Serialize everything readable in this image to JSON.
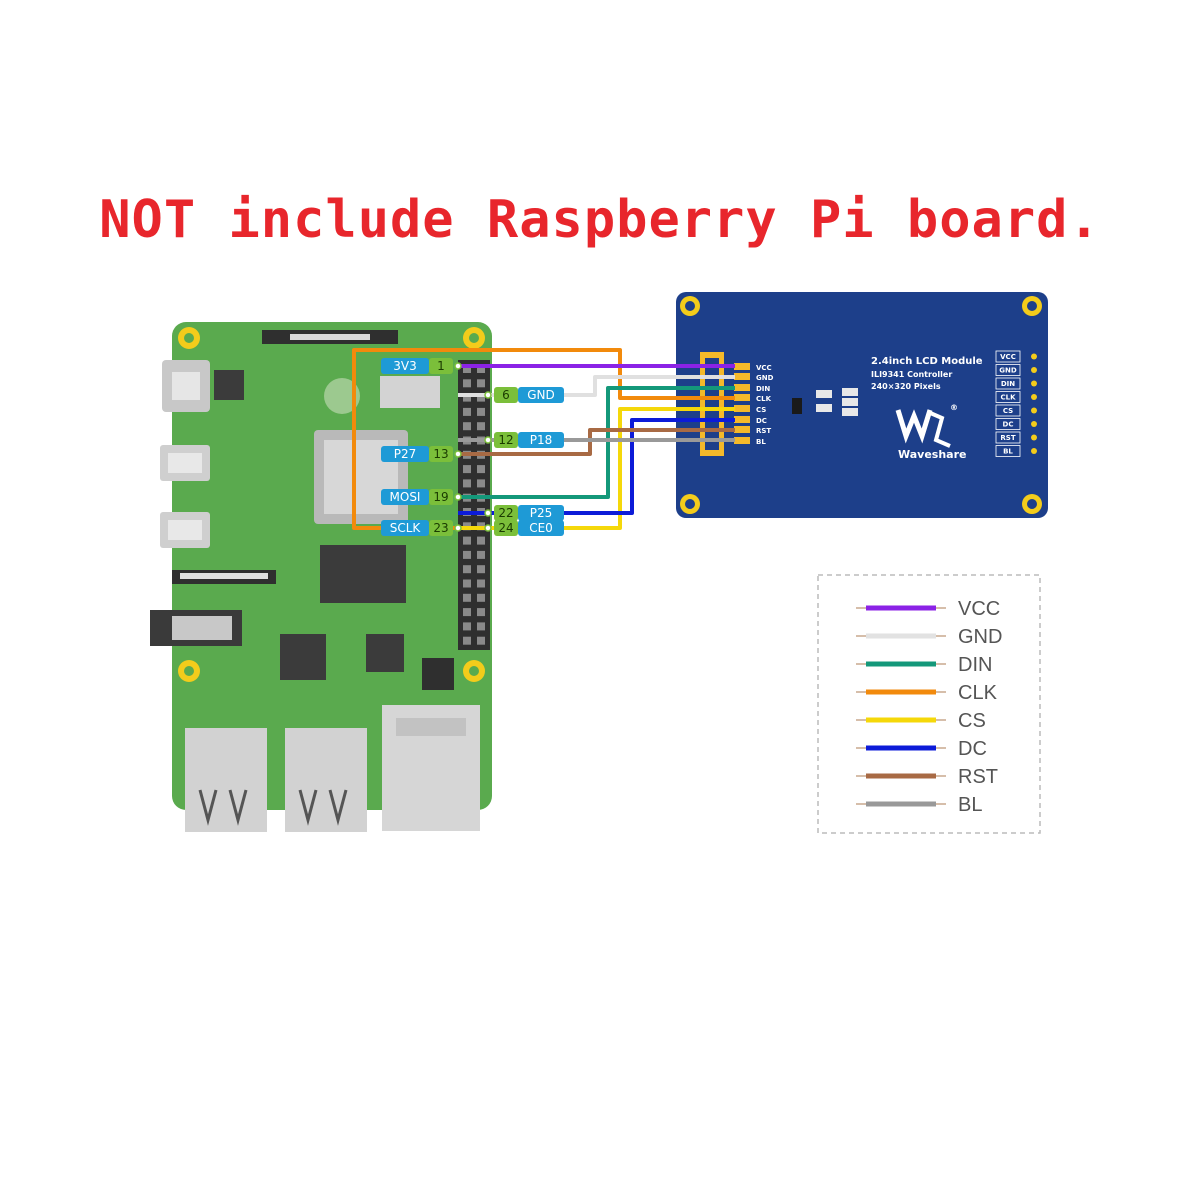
{
  "headline": "NOT include Raspberry Pi board.",
  "colors": {
    "headline": "#e8262c",
    "pi_board": "#5aaa4e",
    "lcd_board": "#1d3f8a",
    "pin_number_badge": "#7bbf3a",
    "pin_name_badge": "#1e9ad6"
  },
  "pi_labels": {
    "p1": {
      "num": "1",
      "name": "3V3"
    },
    "p6": {
      "num": "6",
      "name": "GND"
    },
    "p12": {
      "num": "12",
      "name": "P18"
    },
    "p13": {
      "num": "13",
      "name": "P27"
    },
    "p19": {
      "num": "19",
      "name": "MOSI"
    },
    "p22": {
      "num": "22",
      "name": "P25"
    },
    "p23": {
      "num": "23",
      "name": "SCLK"
    },
    "p24": {
      "num": "24",
      "name": "CE0"
    }
  },
  "lcd": {
    "title": "2.4inch LCD Module",
    "controller": "ILI9341 Controller",
    "pixels": "240×320 Pixels",
    "brand": "Waveshare",
    "registered": "®",
    "pins_left": [
      "VCC",
      "GND",
      "DIN",
      "CLK",
      "CS",
      "DC",
      "RST",
      "BL"
    ],
    "pins_right": [
      "VCC",
      "GND",
      "DIN",
      "CLK",
      "CS",
      "DC",
      "RST",
      "BL"
    ]
  },
  "legend": [
    {
      "name": "VCC",
      "color": "#8b22e6"
    },
    {
      "name": "GND",
      "color": "#e2e2e2"
    },
    {
      "name": "DIN",
      "color": "#14987a"
    },
    {
      "name": "CLK",
      "color": "#f28a0c"
    },
    {
      "name": "CS",
      "color": "#f5d80a"
    },
    {
      "name": "DC",
      "color": "#0c1bd8"
    },
    {
      "name": "RST",
      "color": "#a86a44"
    },
    {
      "name": "BL",
      "color": "#999999"
    }
  ]
}
